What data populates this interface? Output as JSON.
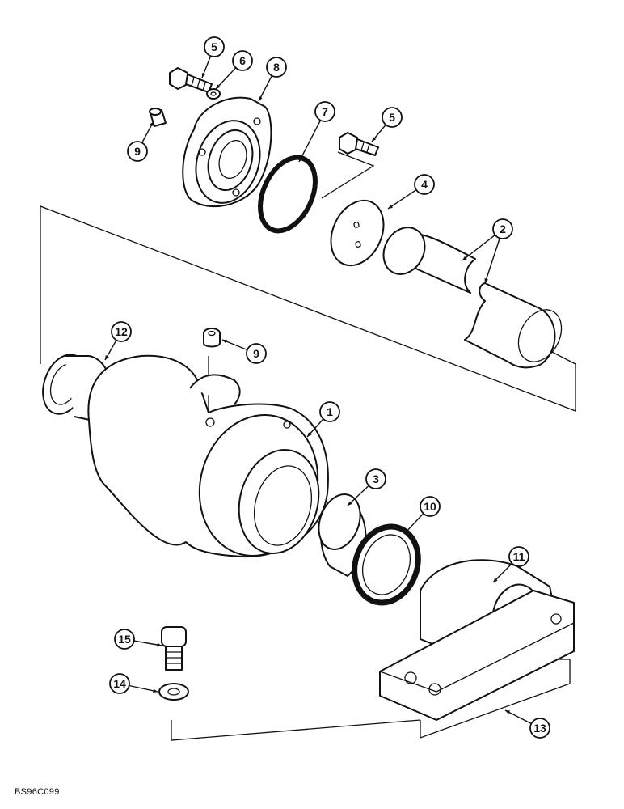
{
  "drawing_code": "BS96C099",
  "callouts": [
    "5",
    "6",
    "8",
    "9",
    "7",
    "5",
    "4",
    "2",
    "12",
    "9",
    "1",
    "3",
    "10",
    "11",
    "15",
    "14",
    "13"
  ]
}
